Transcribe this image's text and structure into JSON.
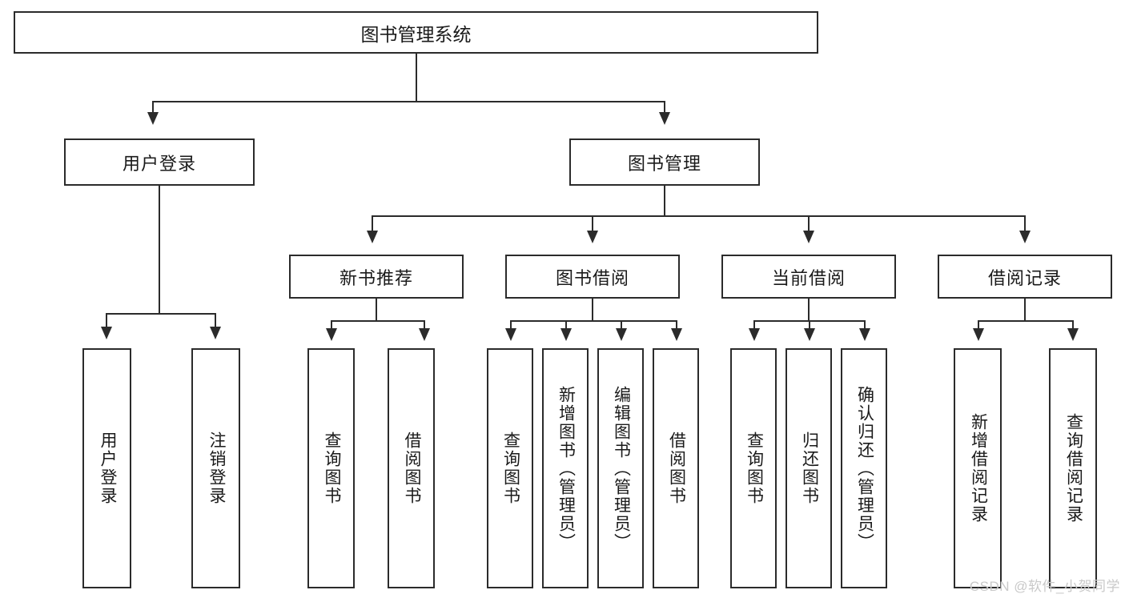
{
  "diagram": {
    "title": "图书管理系统",
    "type": "hierarchy-tree",
    "root": {
      "label": "图书管理系统"
    },
    "level2": [
      {
        "label": "用户登录"
      },
      {
        "label": "图书管理"
      }
    ],
    "level3": [
      {
        "label": "新书推荐"
      },
      {
        "label": "图书借阅"
      },
      {
        "label": "当前借阅"
      },
      {
        "label": "借阅记录"
      }
    ],
    "leaves": {
      "user_login": [
        {
          "label": "用户登录"
        },
        {
          "label": "注销登录"
        }
      ],
      "new_book_recommend": [
        {
          "label": "查询图书"
        },
        {
          "label": "借阅图书"
        }
      ],
      "book_borrow": [
        {
          "label": "查询图书"
        },
        {
          "label": "新增图书（管理员）"
        },
        {
          "label": "编辑图书（管理员）"
        },
        {
          "label": "借阅图书"
        }
      ],
      "current_borrow": [
        {
          "label": "查询图书"
        },
        {
          "label": "归还图书"
        },
        {
          "label": "确认归还（管理员）"
        }
      ],
      "borrow_record": [
        {
          "label": "新增借阅记录"
        },
        {
          "label": "查询借阅记录"
        }
      ]
    }
  },
  "watermark": {
    "text": "CSDN @软件_小贺同学",
    "color": "#c9c9c9"
  },
  "style": {
    "stroke": "#2b2b2b",
    "fill": "#ffffff",
    "text_color": "#1a1a1a"
  }
}
